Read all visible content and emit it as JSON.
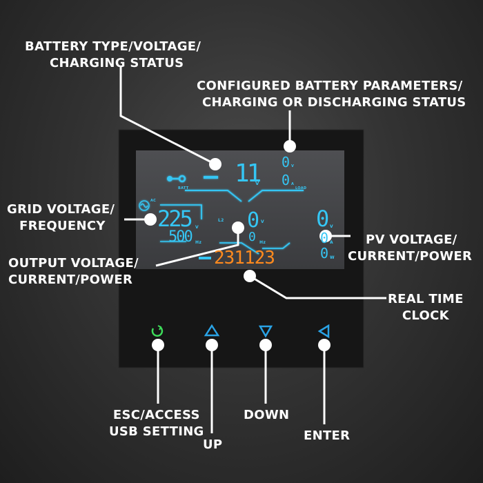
{
  "annotations": {
    "battery_type": [
      "BATTERY TYPE/VOLTAGE/",
      "CHARGING STATUS"
    ],
    "configured_battery": [
      "CONFIGURED BATTERY PARAMETERS/",
      "CHARGING OR DISCHARGING STATUS"
    ],
    "grid": [
      "GRID VOLTAGE/",
      "FREQUENCY"
    ],
    "pv": [
      "PV VOLTAGE/",
      "CURRENT/POWER"
    ],
    "output": [
      "OUTPUT VOLTAGE/",
      "CURRENT/POWER"
    ],
    "rtc": [
      "REAL TIME",
      "CLOCK"
    ],
    "esc": [
      "ESC/ACCESS",
      "USB SETTING"
    ],
    "up": "UP",
    "down": "DOWN",
    "enter": "ENTER"
  },
  "lcd": {
    "battery_value": "11",
    "battery_unit": "V",
    "batt_label": "BATT",
    "load_label": "LOAD",
    "grid_voltage": "225",
    "grid_voltage_unit": "V",
    "grid_frequency": "500",
    "grid_frequency_unit": "Hz",
    "ac_label": "AC",
    "l2_label": "L2",
    "output_value": "0",
    "output_unit_v": "V",
    "output_unit_hz": "Hz",
    "clock": "231123",
    "pv_value_1": "0",
    "pv_value_2": "0",
    "pv_value_3": "0",
    "pv_unit_v": "V",
    "pv_unit_a": "A",
    "pv_unit_w": "W",
    "small_value_1": "0",
    "small_value_2": "0",
    "small_unit_v": "V",
    "small_unit_a": "A"
  },
  "colors": {
    "lcd_cyan": "#35c6f4",
    "clock_orange": "#ff8a1e",
    "esc_green": "#3ddc5a",
    "button_blue": "#2aa3e6"
  },
  "icons": {
    "esc": "refresh-icon",
    "up": "triangle-up-icon",
    "down": "triangle-down-icon",
    "enter": "triangle-left-icon",
    "ac": "ac-sine-icon"
  }
}
